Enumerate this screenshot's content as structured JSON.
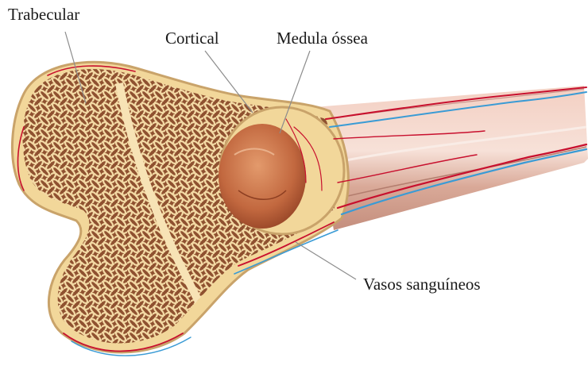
{
  "labels": {
    "trabecular": "Trabecular",
    "cortical": "Cortical",
    "medula": "Medula óssea",
    "vasos": "Vasos sanguíneos"
  },
  "colors": {
    "cortical_bone": "#f2d79a",
    "cortical_edge": "#c9a36a",
    "trabecular_bg": "#8a4a2a",
    "trabecular_mesh": "#f5deb0",
    "marrow": "#c9744a",
    "shaft": "#e6b9a8",
    "artery": "#c8102e",
    "vein": "#3a9bd5",
    "leader_line": "#8c8c8c"
  }
}
